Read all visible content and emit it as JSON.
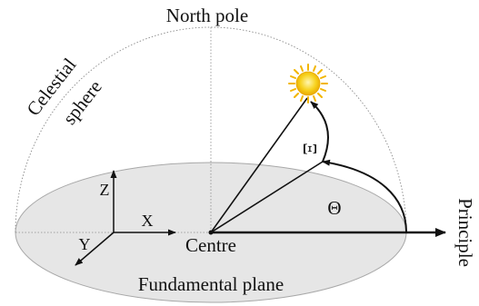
{
  "labels": {
    "north_pole": "North pole",
    "celestial": "Celestial",
    "sphere": "sphere",
    "principle": "Principle",
    "centre": "Centre",
    "fundamental_plane": "Fundamental plane",
    "theta": "Θ",
    "xi": "Ξ",
    "axis_z": "Z",
    "axis_x": "X",
    "axis_y": "Y"
  },
  "colors": {
    "plane_fill": "#e6e6e6",
    "line": "#111111",
    "dotted_guide": "#8a8a8a",
    "sun_core": "#f7d21e",
    "sun_rays": "#f2b500"
  },
  "icons": {
    "sun": "sun-icon"
  }
}
